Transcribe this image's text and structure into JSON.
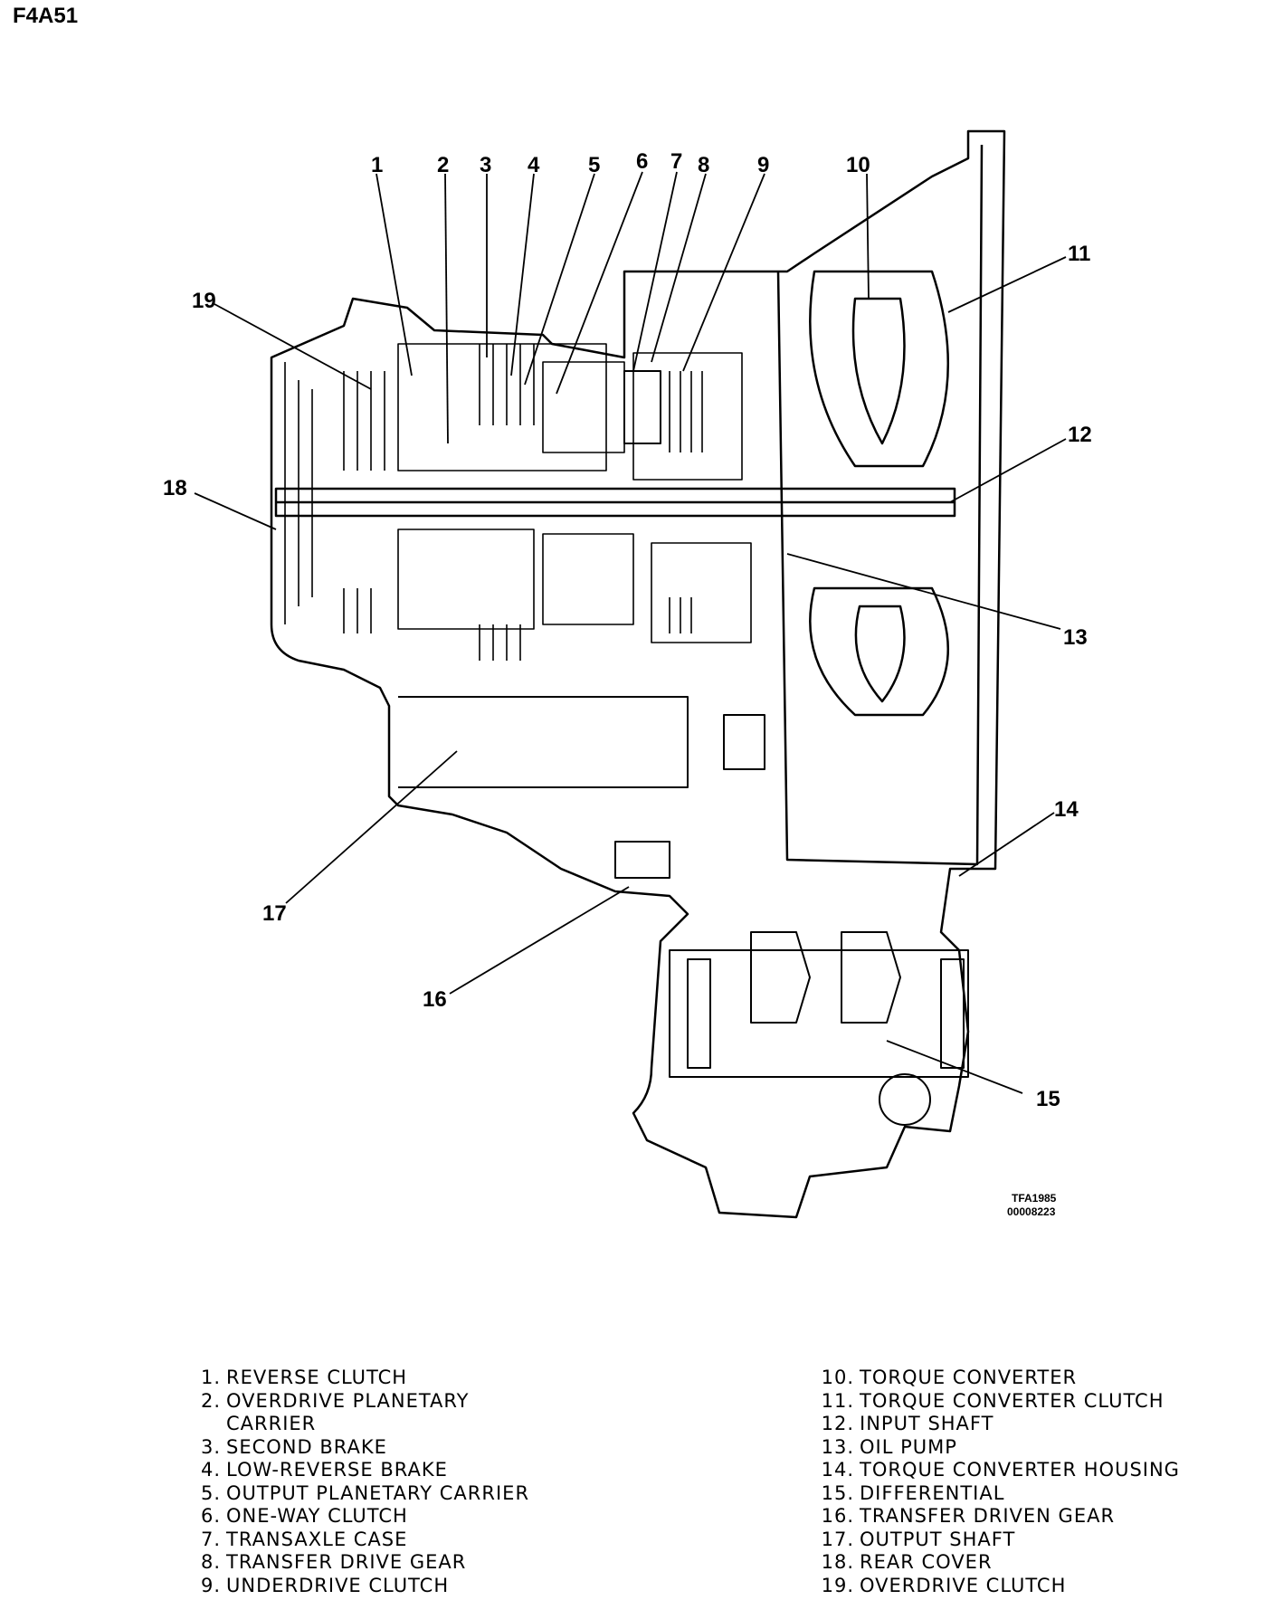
{
  "header": {
    "model_code": "F4A51"
  },
  "reference": {
    "line1": "TFA1985",
    "line2": "00008223"
  },
  "callouts": [
    "1",
    "2",
    "3",
    "4",
    "5",
    "6",
    "7",
    "8",
    "9",
    "10",
    "11",
    "12",
    "13",
    "14",
    "15",
    "16",
    "17",
    "18",
    "19"
  ],
  "legend": {
    "left": [
      {
        "num": "1.",
        "lines": [
          "REVERSE CLUTCH"
        ]
      },
      {
        "num": "2.",
        "lines": [
          "OVERDRIVE PLANETARY",
          "CARRIER"
        ]
      },
      {
        "num": "3.",
        "lines": [
          "SECOND BRAKE"
        ]
      },
      {
        "num": "4.",
        "lines": [
          "LOW-REVERSE BRAKE"
        ]
      },
      {
        "num": "5.",
        "lines": [
          "OUTPUT PLANETARY CARRIER"
        ]
      },
      {
        "num": "6.",
        "lines": [
          "ONE-WAY CLUTCH"
        ]
      },
      {
        "num": "7.",
        "lines": [
          "TRANSAXLE CASE"
        ]
      },
      {
        "num": "8.",
        "lines": [
          "TRANSFER DRIVE GEAR"
        ]
      },
      {
        "num": "9.",
        "lines": [
          "UNDERDRIVE CLUTCH"
        ]
      }
    ],
    "right": [
      {
        "num": "10.",
        "lines": [
          "TORQUE CONVERTER"
        ]
      },
      {
        "num": "11.",
        "lines": [
          "TORQUE CONVERTER CLUTCH"
        ]
      },
      {
        "num": "12.",
        "lines": [
          "INPUT SHAFT"
        ]
      },
      {
        "num": "13.",
        "lines": [
          "OIL PUMP"
        ]
      },
      {
        "num": "14.",
        "lines": [
          "TORQUE CONVERTER HOUSING"
        ]
      },
      {
        "num": "15.",
        "lines": [
          "DIFFERENTIAL"
        ]
      },
      {
        "num": "16.",
        "lines": [
          "TRANSFER DRIVEN GEAR"
        ]
      },
      {
        "num": "17.",
        "lines": [
          "OUTPUT SHAFT"
        ]
      },
      {
        "num": "18.",
        "lines": [
          "REAR COVER"
        ]
      },
      {
        "num": "19.",
        "lines": [
          "OVERDRIVE CLUTCH"
        ]
      }
    ]
  }
}
